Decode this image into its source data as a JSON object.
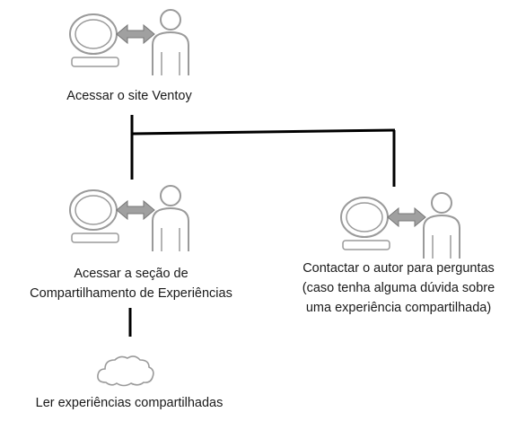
{
  "nodes": {
    "access_site": {
      "lines": [
        "Acessar o site Ventoy"
      ],
      "icon": "user-computer-icon"
    },
    "access_section": {
      "lines": [
        "Acessar a seção de",
        "Compartilhamento de Experiências"
      ],
      "icon": "user-computer-icon"
    },
    "contact_author": {
      "lines": [
        "Contactar o autor para perguntas",
        "(caso tenha alguma dúvida sobre",
        "uma experiência compartilhada)"
      ],
      "icon": "user-computer-icon"
    },
    "read_experiences": {
      "lines": [
        "Ler experiências compartilhadas"
      ],
      "icon": "cloud-icon"
    }
  },
  "colors": {
    "line": "#000000",
    "icon_stroke": "#9a9a9a",
    "arrow_fill": "#a0a0a0",
    "text": "#1a1a1a"
  }
}
